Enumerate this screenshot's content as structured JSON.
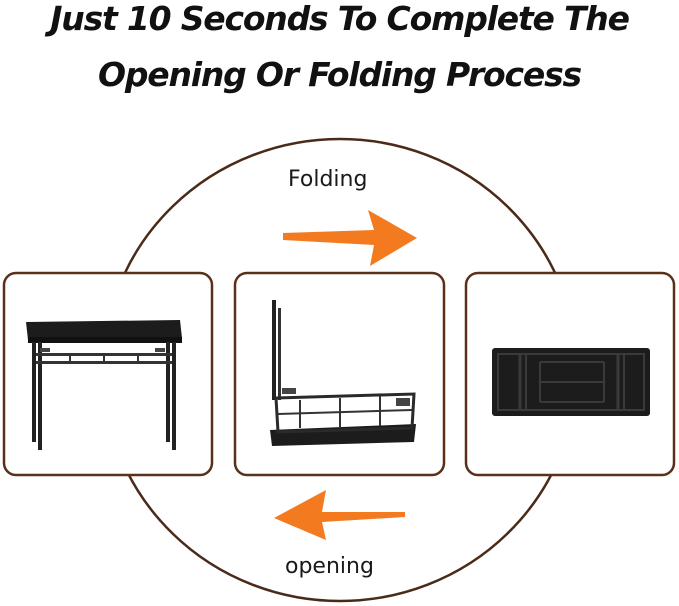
{
  "headline": {
    "line1": "Just 10 Seconds To Complete The",
    "line2": "Opening Or Folding Process"
  },
  "labels": {
    "folding": "Folding",
    "opening": "opening"
  },
  "panels": [
    {
      "state": "open-table"
    },
    {
      "state": "folding-table"
    },
    {
      "state": "folded-table"
    }
  ],
  "colors": {
    "circle": "#4a2a18",
    "panel_border": "#5a3018",
    "arrow": "#f47a20",
    "table": "#1c1c1c",
    "frame": "#2a2a2a"
  }
}
